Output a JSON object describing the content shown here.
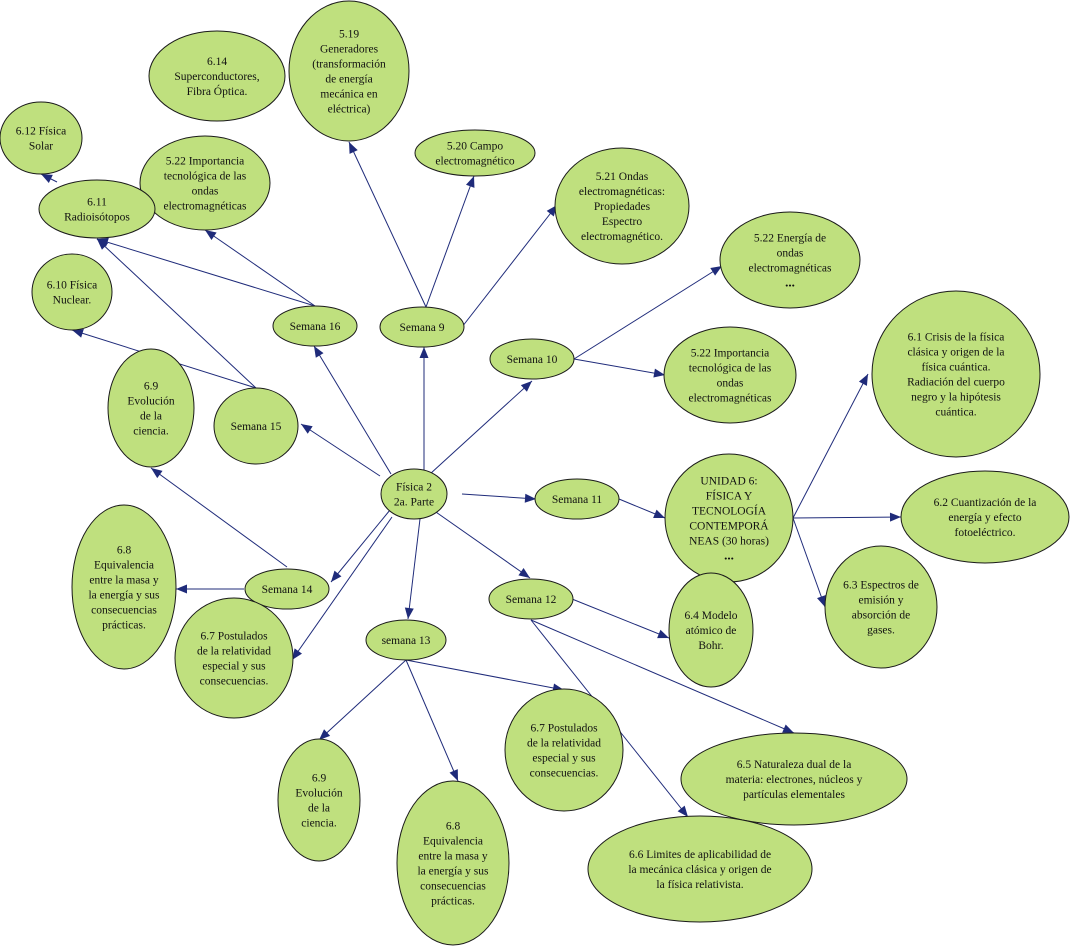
{
  "nodes": [
    {
      "id": "center",
      "lines": [
        "Física  2",
        "2a. Parte"
      ]
    },
    {
      "id": "s9",
      "lines": [
        "Semana 9"
      ]
    },
    {
      "id": "s10",
      "lines": [
        "Semana 10"
      ]
    },
    {
      "id": "s11",
      "lines": [
        "Semana 11"
      ]
    },
    {
      "id": "s12",
      "lines": [
        "Semana 12"
      ]
    },
    {
      "id": "s13",
      "lines": [
        "semana 13"
      ]
    },
    {
      "id": "s14",
      "lines": [
        "Semana 14"
      ]
    },
    {
      "id": "s15",
      "lines": [
        "Semana 15"
      ]
    },
    {
      "id": "s16",
      "lines": [
        "Semana 16"
      ]
    },
    {
      "id": "n614",
      "lines": [
        "6.14",
        "Superconductores,",
        "Fibra Óptica."
      ]
    },
    {
      "id": "n519",
      "lines": [
        "5.19",
        "Generadores",
        "(transformación",
        "de energía",
        "mecánica en",
        "eléctrica)"
      ]
    },
    {
      "id": "n520",
      "lines": [
        "5.20 Campo",
        "electromagnético"
      ]
    },
    {
      "id": "n521",
      "lines": [
        "5.21 Ondas",
        "electromagnéticas:",
        "Propiedades",
        "Espectro",
        "electromagnético."
      ]
    },
    {
      "id": "n522e",
      "lines": [
        "5.22 Energía de",
        "ondas",
        "electromagnéticas",
        "..."
      ]
    },
    {
      "id": "n522b",
      "lines": [
        "5.22    Importancia",
        "tecnológica de las",
        "ondas",
        "electromagnéticas"
      ]
    },
    {
      "id": "n522a",
      "lines": [
        "5.22    Importancia",
        "tecnológica de las",
        "ondas",
        "electromagnéticas"
      ]
    },
    {
      "id": "n612",
      "lines": [
        "6.12 Física",
        "Solar"
      ]
    },
    {
      "id": "n611",
      "lines": [
        "6.11",
        "Radioisótopos"
      ]
    },
    {
      "id": "n610",
      "lines": [
        "6.10 Física",
        "Nuclear."
      ]
    },
    {
      "id": "n69a",
      "lines": [
        "6.9",
        "Evolución",
        "de la",
        "ciencia."
      ]
    },
    {
      "id": "n68a",
      "lines": [
        "6.8",
        "Equivalencia",
        "entre la masa y",
        "la energía y sus",
        "consecuencias",
        "prácticas."
      ]
    },
    {
      "id": "n67a",
      "lines": [
        "6.7 Postulados",
        "de la relatividad",
        "especial y sus",
        "consecuencias."
      ]
    },
    {
      "id": "u6",
      "lines": [
        "UNIDAD 6:",
        "FÍSICA Y",
        "TECNOLOGÍA",
        "CONTEMPORÁ",
        "NEAS (30 horas)",
        "..."
      ]
    },
    {
      "id": "n61",
      "lines": [
        "6.1 Crisis de la física",
        "clásica y origen de la",
        "física cuántica.",
        "Radiación del cuerpo",
        "negro y la hipótesis",
        "cuántica."
      ]
    },
    {
      "id": "n62",
      "lines": [
        "6.2 Cuantización de la",
        "energía y efecto",
        "fotoeléctrico."
      ]
    },
    {
      "id": "n63",
      "lines": [
        "6.3 Espectros de",
        "emisión y",
        "absorción de",
        "gases."
      ]
    },
    {
      "id": "n64",
      "lines": [
        "6.4 Modelo",
        "atómico de",
        "Bohr."
      ]
    },
    {
      "id": "n65",
      "lines": [
        "6.5 Naturaleza dual de la",
        "materia: electrones, núcleos y",
        "partículas elementales"
      ]
    },
    {
      "id": "n66",
      "lines": [
        "6.6 Limites de aplicabilidad de",
        "la mecánica clásica y origen de",
        "la física relativista."
      ]
    },
    {
      "id": "n67b",
      "lines": [
        "6.7 Postulados",
        "de la relatividad",
        "especial y sus",
        "consecuencias."
      ]
    },
    {
      "id": "n69b",
      "lines": [
        "6.9",
        "Evolución",
        "de la",
        "ciencia."
      ]
    },
    {
      "id": "n68b",
      "lines": [
        "6.8",
        "Equivalencia",
        "entre la masa y",
        "la energía y sus",
        "consecuencias",
        "prácticas."
      ]
    }
  ],
  "edges": [
    [
      "center",
      "s9"
    ],
    [
      "center",
      "s10"
    ],
    [
      "center",
      "s11"
    ],
    [
      "center",
      "s12"
    ],
    [
      "center",
      "s13"
    ],
    [
      "center",
      "s14"
    ],
    [
      "center",
      "s15"
    ],
    [
      "center",
      "s16"
    ],
    [
      "center",
      "n67a"
    ],
    [
      "s9",
      "n519"
    ],
    [
      "s9",
      "n520"
    ],
    [
      "s9",
      "n521"
    ],
    [
      "s10",
      "n522e"
    ],
    [
      "s10",
      "n522b"
    ],
    [
      "s11",
      "u6"
    ],
    [
      "u6",
      "n61"
    ],
    [
      "u6",
      "n62"
    ],
    [
      "u6",
      "n63"
    ],
    [
      "s12",
      "n64"
    ],
    [
      "s12",
      "n65"
    ],
    [
      "s12",
      "n66"
    ],
    [
      "s13",
      "n69b"
    ],
    [
      "s13",
      "n68b"
    ],
    [
      "s13",
      "n67b"
    ],
    [
      "s14",
      "n68a"
    ],
    [
      "s14",
      "n69a"
    ],
    [
      "s15",
      "n610"
    ],
    [
      "s15",
      "n611"
    ],
    [
      "s16",
      "n522a"
    ],
    [
      "s16",
      "n611"
    ],
    [
      "n611",
      "n612"
    ]
  ]
}
